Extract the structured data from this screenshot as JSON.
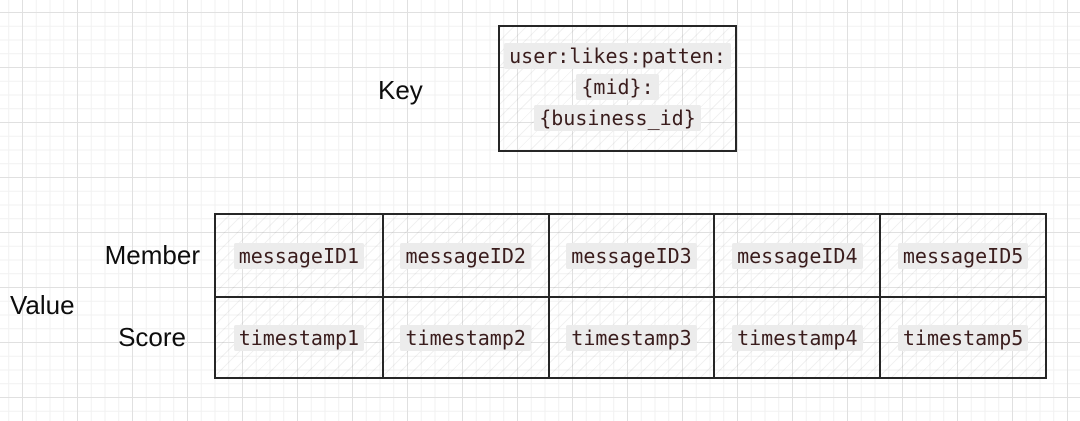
{
  "key": {
    "label": "Key",
    "lines": [
      "user:likes:patten:",
      "{mid}:",
      "{business_id}"
    ]
  },
  "value": {
    "label": "Value",
    "rows": [
      {
        "label": "Member",
        "cells": [
          "messageID1",
          "messageID2",
          "messageID3",
          "messageID4",
          "messageID5"
        ]
      },
      {
        "label": "Score",
        "cells": [
          "timestamp1",
          "timestamp2",
          "timestamp3",
          "timestamp4",
          "timestamp5"
        ]
      }
    ]
  },
  "colors": {
    "code_text": "#3a1d1d",
    "code_highlight": "#ececec",
    "box_border": "#262626",
    "grid_major": "#e0e0e0",
    "grid_minor": "#f1f1f1"
  }
}
